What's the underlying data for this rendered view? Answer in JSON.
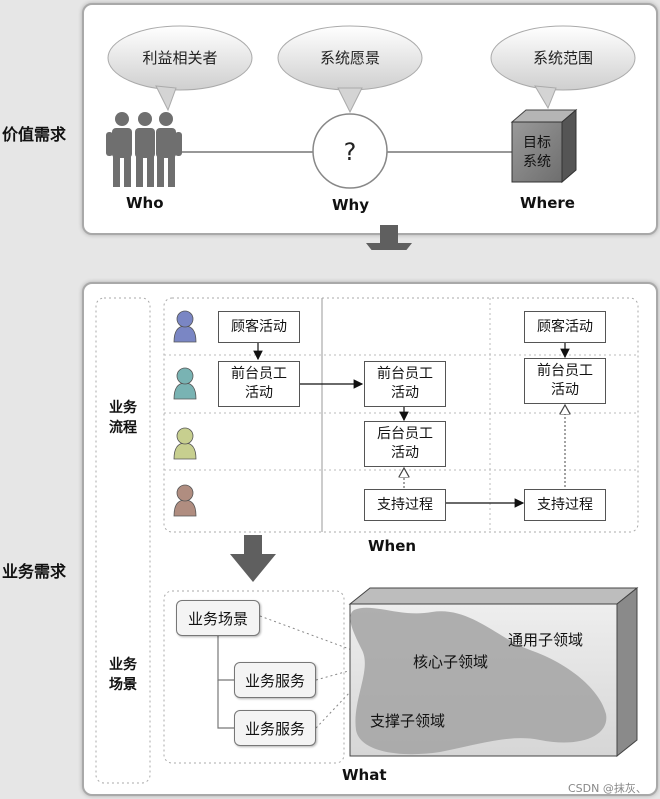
{
  "section_labels": {
    "value_requirements": "价值需求",
    "business_requirements": "业务需求"
  },
  "value": {
    "bubbles": [
      "利益相关者",
      "系统愿景",
      "系统范围"
    ],
    "question_mark": "?",
    "target_system": [
      "目标",
      "系统"
    ],
    "captions": [
      "Who",
      "Why",
      "Where"
    ]
  },
  "process": {
    "group_label": [
      "业务",
      "流程"
    ],
    "col1": {
      "customer_activity": "顾客活动",
      "front_staff": [
        "前台员工",
        "活动"
      ]
    },
    "col2": {
      "front_staff": [
        "前台员工",
        "活动"
      ],
      "back_staff": [
        "后台员工",
        "活动"
      ],
      "support": "支持过程"
    },
    "col3": {
      "customer_activity": "顾客活动",
      "front_staff": [
        "前台员工",
        "活动"
      ],
      "support": "支持过程"
    },
    "caption": "When",
    "role_colors": [
      "#7a86c4",
      "#79b3b3",
      "#c7cf8f",
      "#b08d80"
    ]
  },
  "scenario": {
    "group_label": [
      "业务",
      "场景"
    ],
    "main": "业务场景",
    "services": [
      "业务服务",
      "业务服务"
    ],
    "domains": {
      "core": "核心子领域",
      "generic": "通用子领域",
      "support": "支撑子领域"
    },
    "caption": "What"
  },
  "watermark": "CSDN @抹灰、"
}
